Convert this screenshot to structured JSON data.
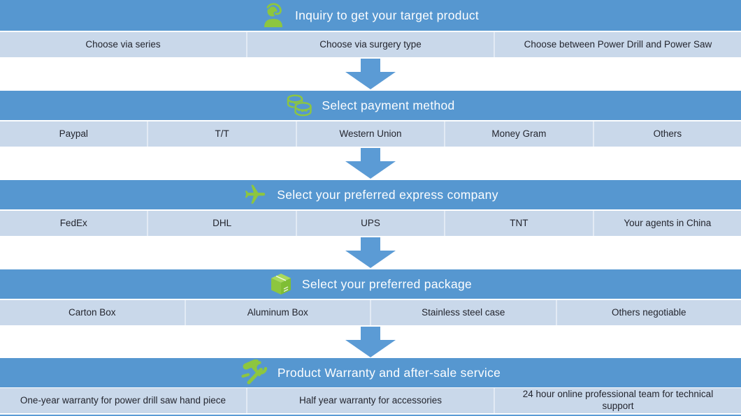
{
  "colors": {
    "header_bar": "#5697d0",
    "option_row": "#c9d8ea",
    "cell_divider": "#e2eaf4",
    "arrow": "#5b9bd5",
    "icon_green": "#8dc63f",
    "header_text": "#fdfeff",
    "option_text": "#23252e"
  },
  "sections": [
    {
      "id": "inquiry",
      "icon": "support-person-icon",
      "title": "Inquiry to get your target product",
      "options": [
        "Choose via series",
        "Choose via surgery type",
        "Choose between Power Drill and Power Saw"
      ]
    },
    {
      "id": "payment",
      "icon": "coins-icon",
      "title": "Select payment method",
      "options": [
        "Paypal",
        "T/T",
        "Western Union",
        "Money Gram",
        "Others"
      ]
    },
    {
      "id": "express",
      "icon": "airplane-icon",
      "title": "Select your preferred express company",
      "options": [
        "FedEx",
        "DHL",
        "UPS",
        "TNT",
        "Your agents in China"
      ]
    },
    {
      "id": "package",
      "icon": "package-box-icon",
      "title": "Select your preferred package",
      "options": [
        "Carton Box",
        "Aluminum Box",
        "Stainless steel case",
        "Others negotiable"
      ]
    },
    {
      "id": "warranty",
      "icon": "tools-icon",
      "title": "Product Warranty and after-sale service",
      "options": [
        "One-year warranty for power drill saw hand piece",
        "Half year warranty for accessories",
        "24 hour online professional team for technical support"
      ]
    }
  ]
}
